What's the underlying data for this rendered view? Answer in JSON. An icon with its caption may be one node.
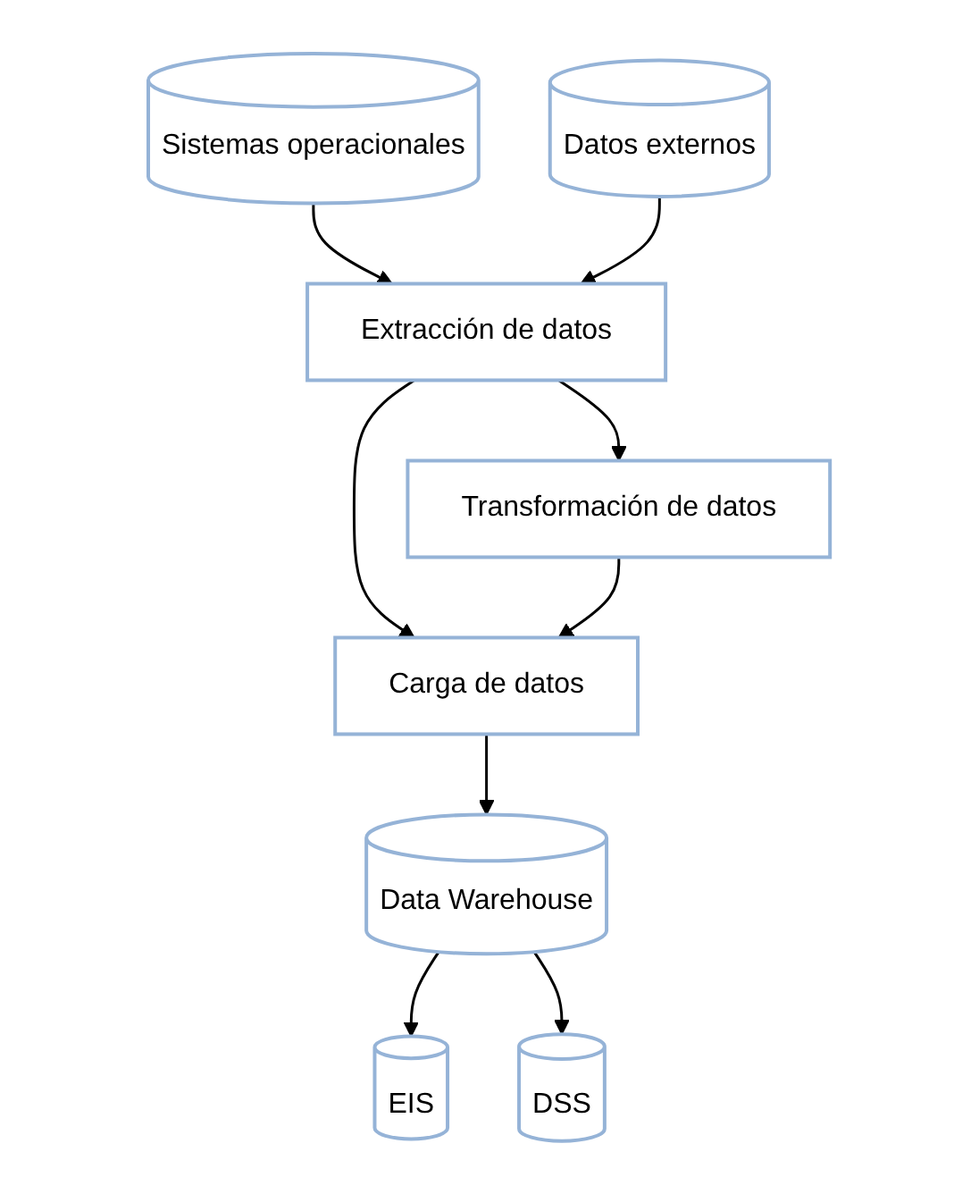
{
  "diagram": {
    "nodes": [
      {
        "text": [
          "Sistemas operacionales"
        ]
      },
      {
        "text": [
          "Datos externos"
        ]
      },
      {
        "text": [
          "Extracción de datos"
        ]
      },
      {
        "text": [
          "Transformación de datos"
        ]
      },
      {
        "text": [
          "Carga de datos"
        ]
      },
      {
        "text": [
          "Data Warehouse"
        ]
      },
      {
        "text": [
          "EIS"
        ]
      },
      {
        "text": [
          "DSS"
        ]
      }
    ],
    "edges": [
      {
        "from": 0,
        "to": 2,
        "arrow": "to"
      },
      {
        "from": 1,
        "to": 2,
        "arrow": "to"
      },
      {
        "from": 2,
        "to": 3,
        "arrow": "to"
      },
      {
        "from": 2,
        "to": 4,
        "arrow": "to"
      },
      {
        "from": 3,
        "to": 4,
        "arrow": "to"
      },
      {
        "from": 4,
        "to": 5,
        "arrow": "to"
      },
      {
        "from": 5,
        "to": 6,
        "arrow": "to"
      },
      {
        "from": 5,
        "to": 7,
        "arrow": "to"
      }
    ]
  }
}
